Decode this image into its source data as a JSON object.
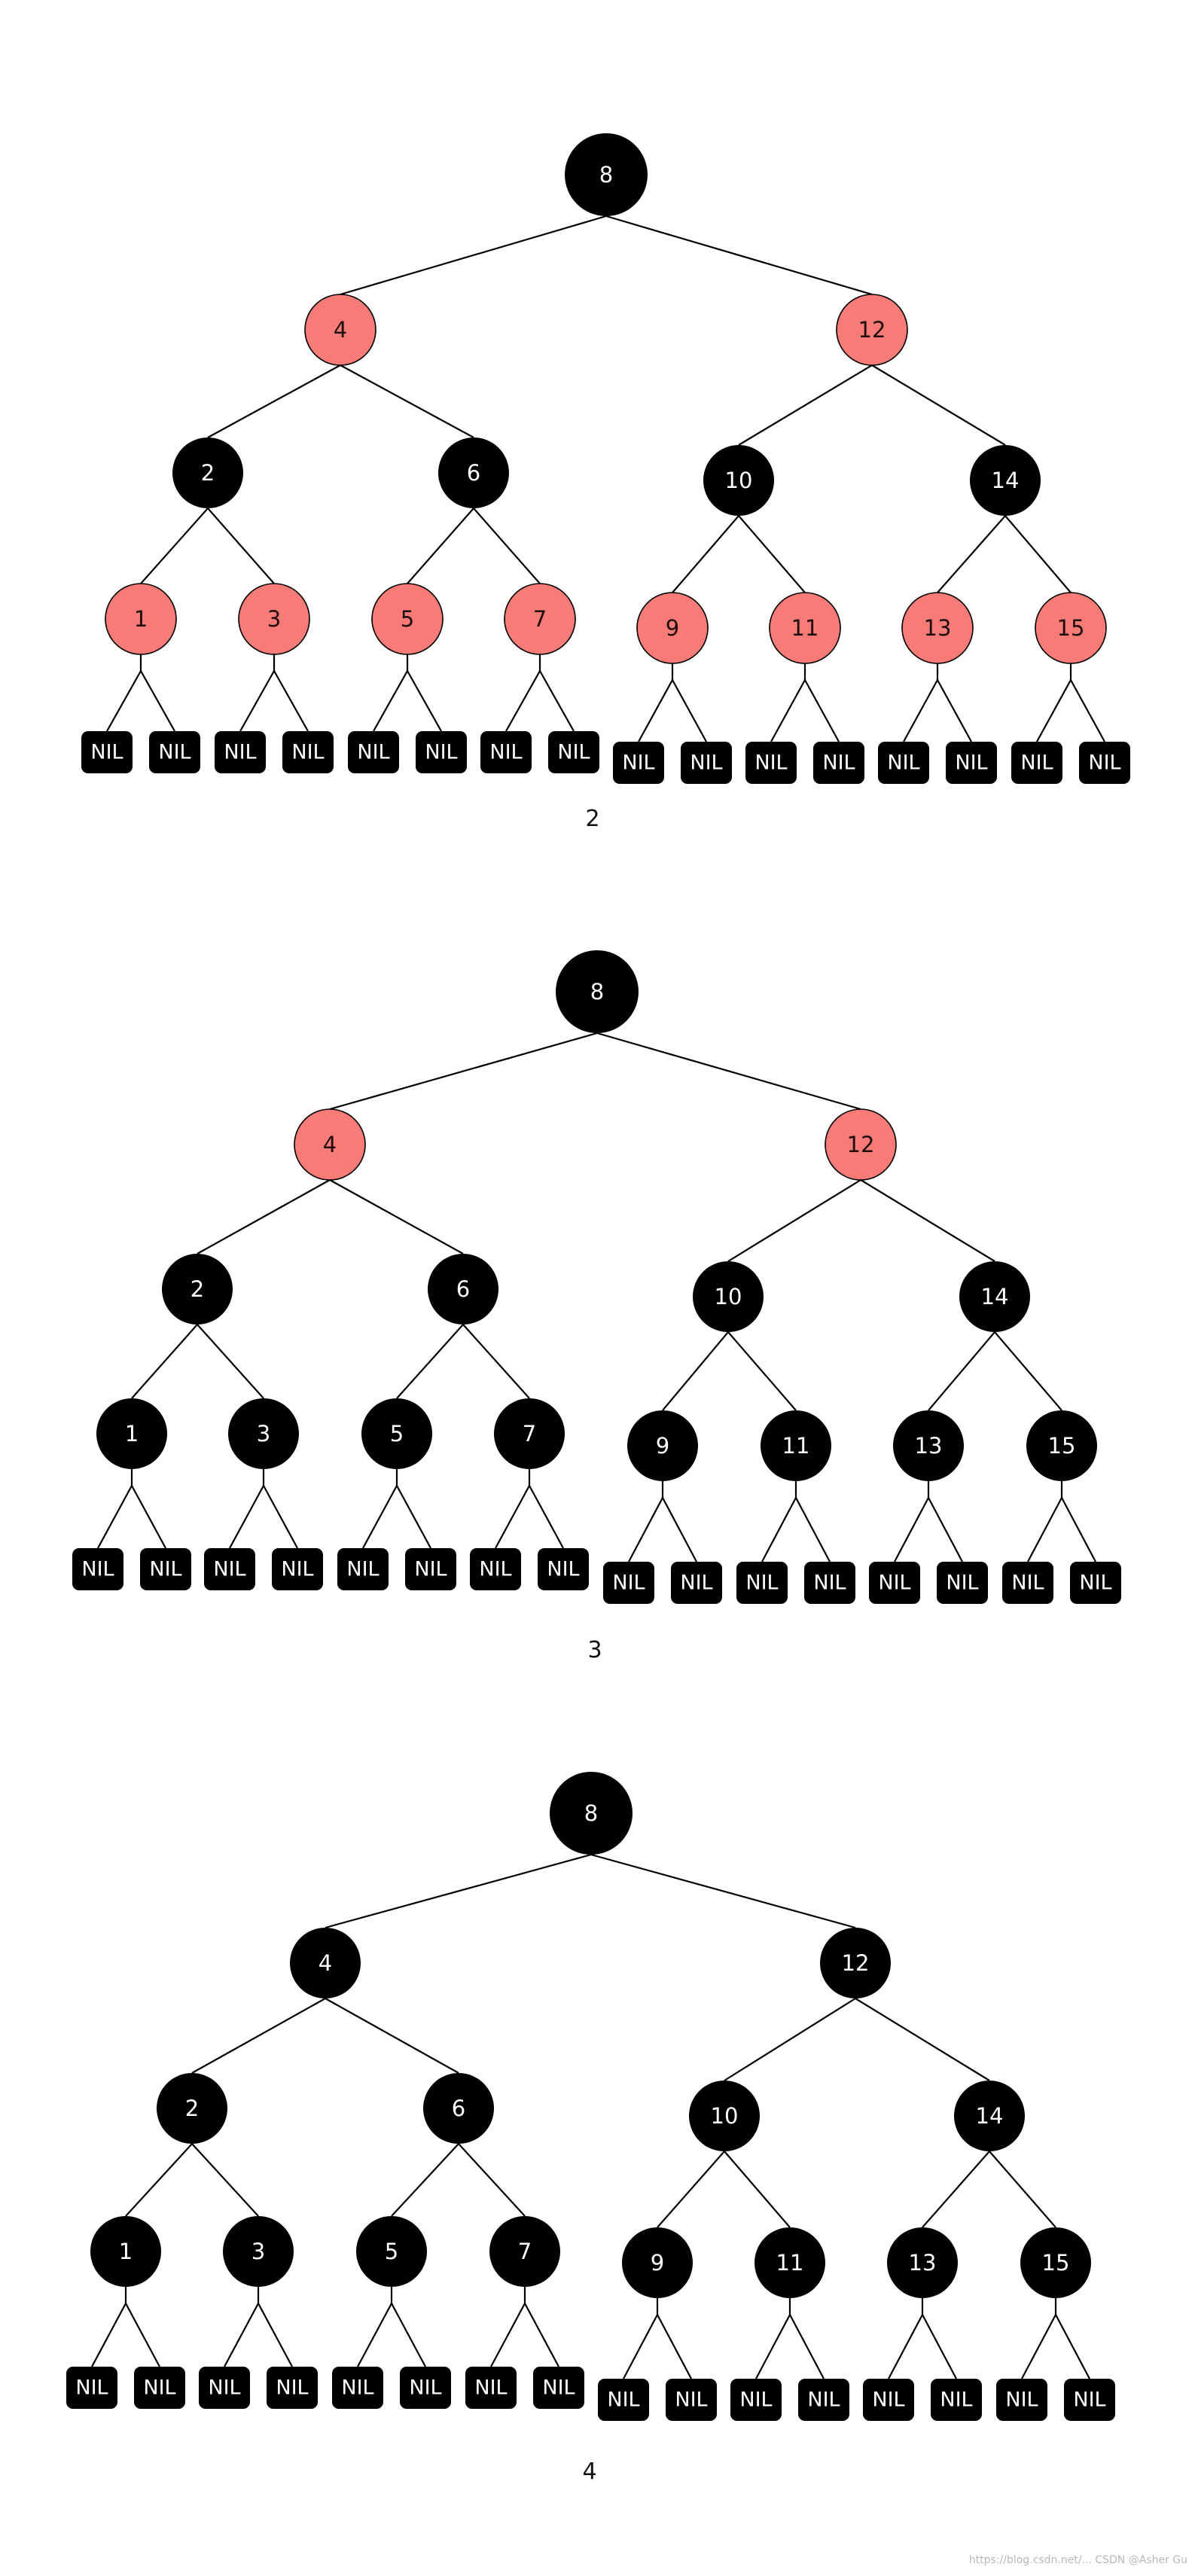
{
  "colors": {
    "red": "#f77b76",
    "black": "#000000",
    "red_text": "#1f0c0c",
    "black_text": "#ffffff"
  },
  "nil_label": "NIL",
  "watermark": "https://blog.csdn.net/... CSDN @Asher Gu",
  "trees": [
    {
      "caption": "2",
      "nodes": [
        {
          "key": "8",
          "color": "black"
        },
        {
          "key": "4",
          "color": "red"
        },
        {
          "key": "12",
          "color": "red"
        },
        {
          "key": "2",
          "color": "black"
        },
        {
          "key": "6",
          "color": "black"
        },
        {
          "key": "10",
          "color": "black"
        },
        {
          "key": "14",
          "color": "black"
        },
        {
          "key": "1",
          "color": "red"
        },
        {
          "key": "3",
          "color": "red"
        },
        {
          "key": "5",
          "color": "red"
        },
        {
          "key": "7",
          "color": "red"
        },
        {
          "key": "9",
          "color": "red"
        },
        {
          "key": "11",
          "color": "red"
        },
        {
          "key": "13",
          "color": "red"
        },
        {
          "key": "15",
          "color": "red"
        }
      ]
    },
    {
      "caption": "3",
      "nodes": [
        {
          "key": "8",
          "color": "black"
        },
        {
          "key": "4",
          "color": "red"
        },
        {
          "key": "12",
          "color": "red"
        },
        {
          "key": "2",
          "color": "black"
        },
        {
          "key": "6",
          "color": "black"
        },
        {
          "key": "10",
          "color": "black"
        },
        {
          "key": "14",
          "color": "black"
        },
        {
          "key": "1",
          "color": "black"
        },
        {
          "key": "3",
          "color": "black"
        },
        {
          "key": "5",
          "color": "black"
        },
        {
          "key": "7",
          "color": "black"
        },
        {
          "key": "9",
          "color": "black"
        },
        {
          "key": "11",
          "color": "black"
        },
        {
          "key": "13",
          "color": "black"
        },
        {
          "key": "15",
          "color": "black"
        }
      ]
    },
    {
      "caption": "4",
      "nodes": [
        {
          "key": "8",
          "color": "black"
        },
        {
          "key": "4",
          "color": "black"
        },
        {
          "key": "12",
          "color": "black"
        },
        {
          "key": "2",
          "color": "black"
        },
        {
          "key": "6",
          "color": "black"
        },
        {
          "key": "10",
          "color": "black"
        },
        {
          "key": "14",
          "color": "black"
        },
        {
          "key": "1",
          "color": "black"
        },
        {
          "key": "3",
          "color": "black"
        },
        {
          "key": "5",
          "color": "black"
        },
        {
          "key": "7",
          "color": "black"
        },
        {
          "key": "9",
          "color": "black"
        },
        {
          "key": "11",
          "color": "black"
        },
        {
          "key": "13",
          "color": "black"
        },
        {
          "key": "15",
          "color": "black"
        }
      ]
    }
  ]
}
